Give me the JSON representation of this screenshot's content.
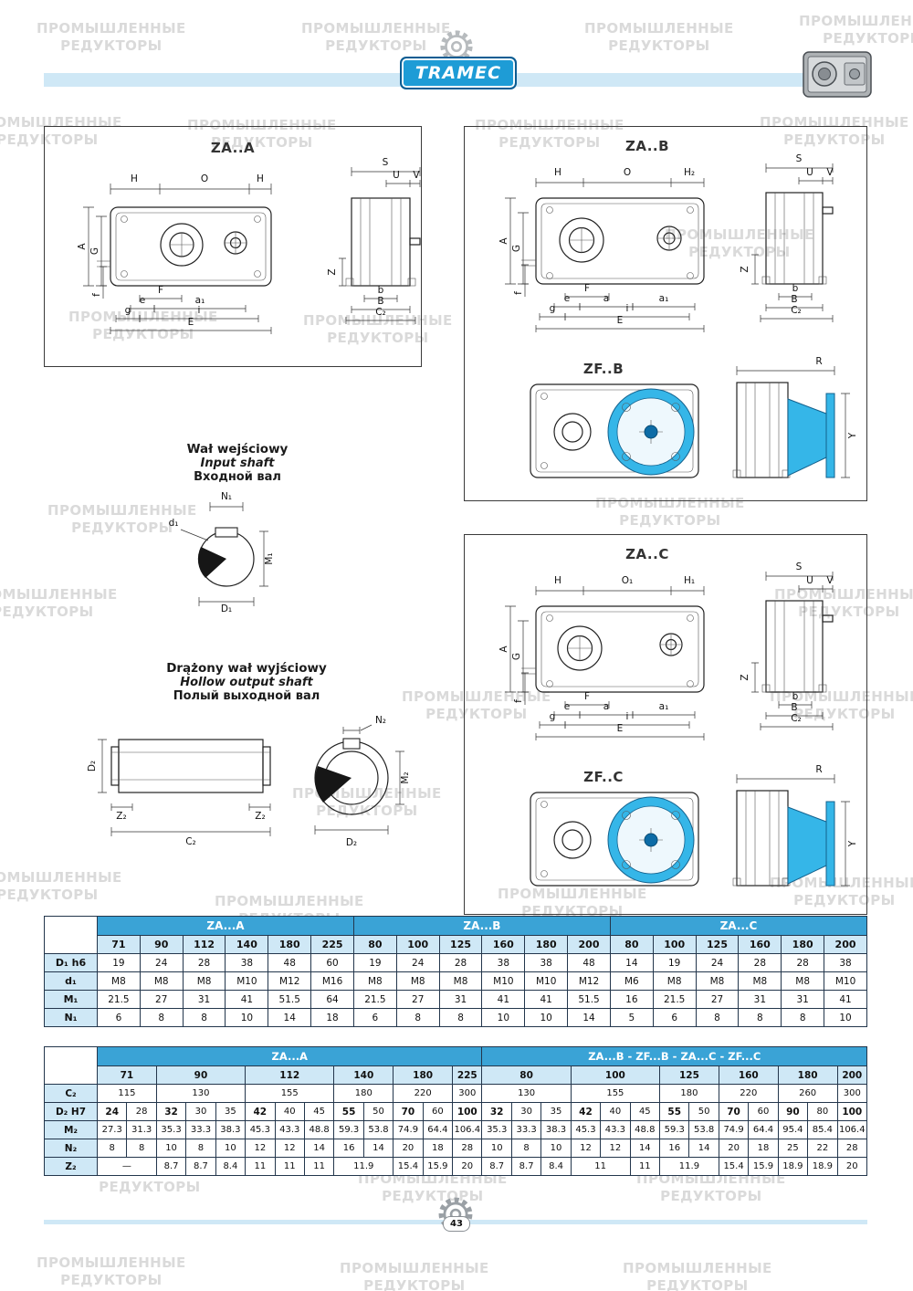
{
  "brand": "TRAMEC",
  "page_number": "43",
  "watermark": {
    "line1": "ПРОМЫШЛЕННЫЕ",
    "line2": "РЕДУКТОРЫ"
  },
  "colors": {
    "accent_blue": "#1e9cd6",
    "table_header_blue": "#3aa3d6",
    "light_blue": "#cfe8f6",
    "flange_cyan": "#35b6e8"
  },
  "panels": {
    "zaa": "ZA..A",
    "zab": "ZA..B",
    "zfb": "ZF..B",
    "zac": "ZA..C",
    "zfc": "ZF..C"
  },
  "shaft_labels": {
    "input": [
      "Wał wejściowy",
      "Input shaft",
      "Входной вал"
    ],
    "output": [
      "Drążony wał wyjściowy",
      "Hollow output shaft",
      "Полый выходной вал"
    ]
  },
  "dims": {
    "H": "H",
    "O": "O",
    "O1": "O₁",
    "H1": "H₁",
    "H2": "H₂",
    "S": "S",
    "U": "U",
    "V": "V",
    "A": "A",
    "G": "G",
    "f": "f",
    "F": "F",
    "e": "e",
    "a": "a",
    "a1": "a₁",
    "g": "g",
    "i": "i",
    "E": "E",
    "Z": "Z",
    "b": "b",
    "B": "B",
    "C2": "C₂",
    "R": "R",
    "Y": "Y",
    "N1": "N₁",
    "M1": "M₁",
    "D1": "D₁",
    "d1": "d₁",
    "N2": "N₂",
    "M2": "M₂",
    "D2": "D₂",
    "Z2": "Z₂"
  },
  "table1": {
    "groups": [
      {
        "label": "ZA...A",
        "sizes": [
          "71",
          "90",
          "112",
          "140",
          "180",
          "225"
        ]
      },
      {
        "label": "ZA...B",
        "sizes": [
          "80",
          "100",
          "125",
          "160",
          "180",
          "200"
        ]
      },
      {
        "label": "ZA...C",
        "sizes": [
          "80",
          "100",
          "125",
          "160",
          "180",
          "200"
        ]
      }
    ],
    "rows": [
      {
        "label": "D₁ h6",
        "values": [
          "19",
          "24",
          "28",
          "38",
          "48",
          "60",
          "19",
          "24",
          "28",
          "38",
          "38",
          "48",
          "14",
          "19",
          "24",
          "28",
          "28",
          "38"
        ]
      },
      {
        "label": "d₁",
        "values": [
          "M8",
          "M8",
          "M8",
          "M10",
          "M12",
          "M16",
          "M8",
          "M8",
          "M8",
          "M10",
          "M10",
          "M12",
          "M6",
          "M8",
          "M8",
          "M8",
          "M8",
          "M10"
        ]
      },
      {
        "label": "M₁",
        "values": [
          "21.5",
          "27",
          "31",
          "41",
          "51.5",
          "64",
          "21.5",
          "27",
          "31",
          "41",
          "41",
          "51.5",
          "16",
          "21.5",
          "27",
          "31",
          "31",
          "41"
        ]
      },
      {
        "label": "N₁",
        "values": [
          "6",
          "8",
          "8",
          "10",
          "14",
          "18",
          "6",
          "8",
          "8",
          "10",
          "10",
          "14",
          "5",
          "6",
          "8",
          "8",
          "8",
          "10"
        ]
      }
    ]
  },
  "table2": {
    "groups": [
      {
        "label": "ZA...A",
        "span": 13
      },
      {
        "label": "ZA...B - ZF...B - ZA...C - ZF...C",
        "span": 13
      }
    ],
    "size_row": [
      {
        "t": "71",
        "cs": 2
      },
      {
        "t": "90",
        "cs": 3
      },
      {
        "t": "112",
        "cs": 3
      },
      {
        "t": "140",
        "cs": 2
      },
      {
        "t": "180",
        "cs": 2
      },
      {
        "t": "225"
      },
      {
        "t": "80",
        "cs": 3
      },
      {
        "t": "100",
        "cs": 3
      },
      {
        "t": "125",
        "cs": 2
      },
      {
        "t": "160",
        "cs": 2
      },
      {
        "t": "180",
        "cs": 2
      },
      {
        "t": "200"
      }
    ],
    "rows": [
      {
        "label": "C₂",
        "cells": [
          {
            "t": "115",
            "cs": 2
          },
          {
            "t": "130",
            "cs": 3
          },
          {
            "t": "155",
            "cs": 3
          },
          {
            "t": "180",
            "cs": 2
          },
          {
            "t": "220",
            "cs": 2
          },
          {
            "t": "300"
          },
          {
            "t": "130",
            "cs": 3
          },
          {
            "t": "155",
            "cs": 3
          },
          {
            "t": "180",
            "cs": 2
          },
          {
            "t": "220",
            "cs": 2
          },
          {
            "t": "260",
            "cs": 2
          },
          {
            "t": "300"
          }
        ]
      },
      {
        "label": "D₂ H7",
        "cells": [
          {
            "t": "24",
            "b": 1
          },
          {
            "t": "28"
          },
          {
            "t": "32",
            "b": 1
          },
          {
            "t": "30"
          },
          {
            "t": "35"
          },
          {
            "t": "42",
            "b": 1
          },
          {
            "t": "40"
          },
          {
            "t": "45"
          },
          {
            "t": "55",
            "b": 1
          },
          {
            "t": "50"
          },
          {
            "t": "70",
            "b": 1
          },
          {
            "t": "60"
          },
          {
            "t": "100",
            "b": 1
          },
          {
            "t": "32",
            "b": 1
          },
          {
            "t": "30"
          },
          {
            "t": "35"
          },
          {
            "t": "42",
            "b": 1
          },
          {
            "t": "40"
          },
          {
            "t": "45"
          },
          {
            "t": "55",
            "b": 1
          },
          {
            "t": "50"
          },
          {
            "t": "70",
            "b": 1
          },
          {
            "t": "60"
          },
          {
            "t": "90",
            "b": 1
          },
          {
            "t": "80"
          },
          {
            "t": "100",
            "b": 1
          }
        ]
      },
      {
        "label": "M₂",
        "cells": [
          {
            "t": "27.3"
          },
          {
            "t": "31.3"
          },
          {
            "t": "35.3"
          },
          {
            "t": "33.3"
          },
          {
            "t": "38.3"
          },
          {
            "t": "45.3"
          },
          {
            "t": "43.3"
          },
          {
            "t": "48.8"
          },
          {
            "t": "59.3"
          },
          {
            "t": "53.8"
          },
          {
            "t": "74.9"
          },
          {
            "t": "64.4"
          },
          {
            "t": "106.4"
          },
          {
            "t": "35.3"
          },
          {
            "t": "33.3"
          },
          {
            "t": "38.3"
          },
          {
            "t": "45.3"
          },
          {
            "t": "43.3"
          },
          {
            "t": "48.8"
          },
          {
            "t": "59.3"
          },
          {
            "t": "53.8"
          },
          {
            "t": "74.9"
          },
          {
            "t": "64.4"
          },
          {
            "t": "95.4"
          },
          {
            "t": "85.4"
          },
          {
            "t": "106.4"
          }
        ]
      },
      {
        "label": "N₂",
        "cells": [
          {
            "t": "8"
          },
          {
            "t": "8"
          },
          {
            "t": "10"
          },
          {
            "t": "8"
          },
          {
            "t": "10"
          },
          {
            "t": "12"
          },
          {
            "t": "12"
          },
          {
            "t": "14"
          },
          {
            "t": "16"
          },
          {
            "t": "14"
          },
          {
            "t": "20"
          },
          {
            "t": "18"
          },
          {
            "t": "28"
          },
          {
            "t": "10"
          },
          {
            "t": "8"
          },
          {
            "t": "10"
          },
          {
            "t": "12"
          },
          {
            "t": "12"
          },
          {
            "t": "14"
          },
          {
            "t": "16"
          },
          {
            "t": "14"
          },
          {
            "t": "20"
          },
          {
            "t": "18"
          },
          {
            "t": "25"
          },
          {
            "t": "22"
          },
          {
            "t": "28"
          }
        ]
      },
      {
        "label": "Z₂",
        "cells": [
          {
            "t": "—",
            "cs": 2
          },
          {
            "t": "8.7"
          },
          {
            "t": "8.7"
          },
          {
            "t": "8.4"
          },
          {
            "t": "11"
          },
          {
            "t": "11"
          },
          {
            "t": "11"
          },
          {
            "t": "11.9",
            "cs": 2
          },
          {
            "t": "15.4"
          },
          {
            "t": "15.9"
          },
          {
            "t": "20"
          },
          {
            "t": "8.7"
          },
          {
            "t": "8.7"
          },
          {
            "t": "8.4"
          },
          {
            "t": "11",
            "cs": 2
          },
          {
            "t": "11"
          },
          {
            "t": "11.9",
            "cs": 2
          },
          {
            "t": "15.4"
          },
          {
            "t": "15.9"
          },
          {
            "t": "18.9"
          },
          {
            "t": "18.9"
          },
          {
            "t": "20"
          }
        ]
      }
    ]
  }
}
